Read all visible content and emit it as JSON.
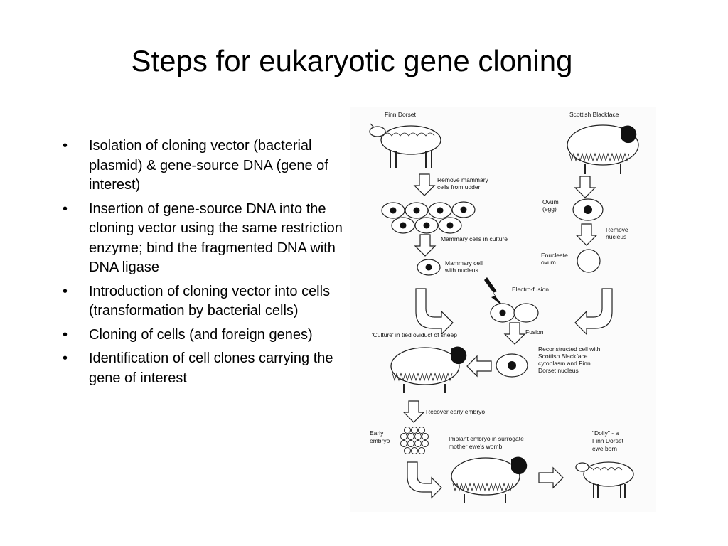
{
  "slide": {
    "title": "Steps for eukaryotic gene cloning",
    "bullets": [
      "Isolation of cloning vector (bacterial plasmid)  & gene-source DNA (gene of interest)",
      "Insertion of gene-source DNA into the cloning vector using the same restriction enzyme; bind the fragmented DNA with DNA ligase",
      "Introduction of cloning vector into cells (transformation by bacterial cells)",
      "Cloning of cells (and foreign genes)",
      "Identification of cell clones carrying the gene of interest"
    ],
    "bullet_glyph": "•"
  },
  "figure": {
    "labels": {
      "finn_dorset": "Finn Dorset",
      "scottish_blackface": "Scottish Blackface",
      "remove_mammary_1": "Remove mammary",
      "remove_mammary_2": "cells from udder",
      "ovum_1": "Ovum",
      "ovum_2": "(egg)",
      "remove_nucleus_1": "Remove",
      "remove_nucleus_2": "nucleus",
      "mammary_culture": "Mammary cells in culture",
      "mammary_cell_1": "Mammary cell",
      "mammary_cell_2": "with nucleus",
      "enucleate_1": "Enucleate",
      "enucleate_2": "ovum",
      "electro_fusion": "Electro-fusion",
      "fusion": "Fusion",
      "culture_oviduct": "'Culture' in tied oviduct of sheep",
      "reconstructed_1": "Reconstructed cell with",
      "reconstructed_2": "Scottish Blackface",
      "reconstructed_3": "cytoplasm and Finn",
      "reconstructed_4": "Dorset nucleus",
      "recover_embryo": "Recover early embryo",
      "early_embryo_1": "Early",
      "early_embryo_2": "embryo",
      "implant_1": "Implant embryo in surrogate",
      "implant_2": "mother ewe's womb",
      "dolly_1": "\"Dolly\" - a",
      "dolly_2": "Finn Dorset",
      "dolly_3": "ewe born"
    }
  }
}
